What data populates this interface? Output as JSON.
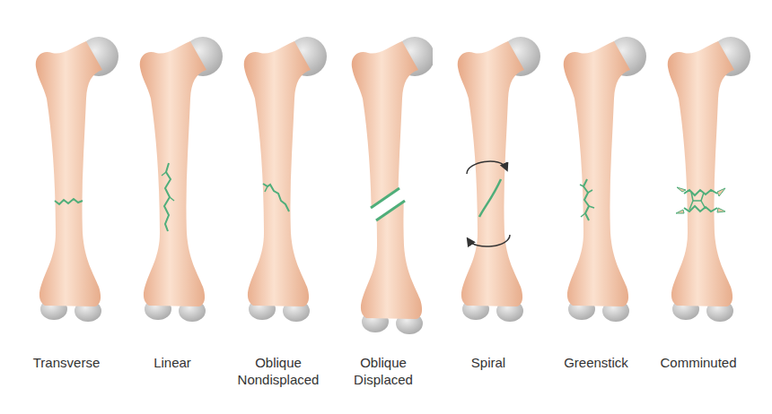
{
  "diagram": {
    "labels": [
      "Transverse",
      "Linear",
      "Oblique Nondisplaced",
      "Oblique Displaced",
      "Spiral",
      "Greenstick",
      "Comminuted"
    ]
  }
}
